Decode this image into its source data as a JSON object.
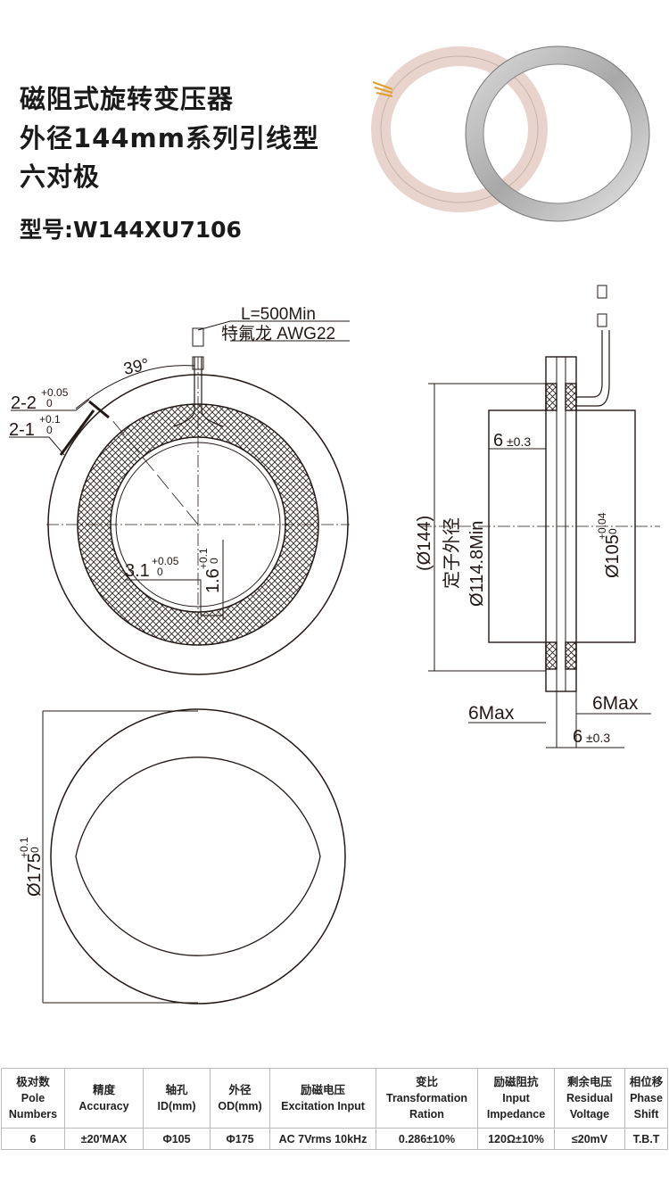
{
  "title_lines": [
    "磁阻式旋转变压器",
    "外径144mm系列引线型",
    "六对极"
  ],
  "model": "型号:W144XU7106",
  "drawing": {
    "lead_length": "L=500Min",
    "wire": "特氟龙 AWG22",
    "angle": "39°",
    "slot1": "2-2",
    "slot1_tol_upper": "+0.05",
    "slot1_tol_lower": "0",
    "slot2": "2-1",
    "slot2_tol_upper": "+0.1",
    "slot2_tol_lower": "0",
    "key_width": "3.1",
    "key_width_tol_upper": "+0.05",
    "key_width_tol_lower": "0",
    "key_depth": "1.6",
    "key_depth_tol_upper": "+0.1",
    "key_depth_tol_lower": "0",
    "stator_od": "(Ø144)",
    "stator_od_label": "定子外径",
    "min_dia": "Ø114.8Min",
    "id": "Ø105",
    "id_tol_upper": "+0.04",
    "id_tol_lower": "0",
    "thickness_top": "6",
    "thickness_top_tol": "±0.3",
    "thickness_bottom": "6",
    "thickness_bottom_tol": "±0.3",
    "max_left": "6Max",
    "max_right": "6Max",
    "od": "Ø175",
    "od_tol_upper": "+0.1",
    "od_tol_lower": "0"
  },
  "table": {
    "headers": [
      [
        "极对数",
        "Pole",
        "Numbers"
      ],
      [
        "精度",
        "Accuracy"
      ],
      [
        "轴孔",
        "ID(mm)"
      ],
      [
        "外径",
        "OD(mm)"
      ],
      [
        "励磁电压",
        "Excitation Input"
      ],
      [
        "变比",
        "Transformation",
        "Ration"
      ],
      [
        "励磁阻抗",
        "Input",
        "Impedance"
      ],
      [
        "剩余电压",
        "Residual",
        "Voltage"
      ],
      [
        "相位移",
        "Phase",
        "Shift"
      ]
    ],
    "values": [
      "6",
      "±20′MAX",
      "Φ105",
      "Φ175",
      "AC 7Vrms 10kHz",
      "0.286±10%",
      "120Ω±10%",
      "≤20mV",
      "T.B.T"
    ]
  }
}
